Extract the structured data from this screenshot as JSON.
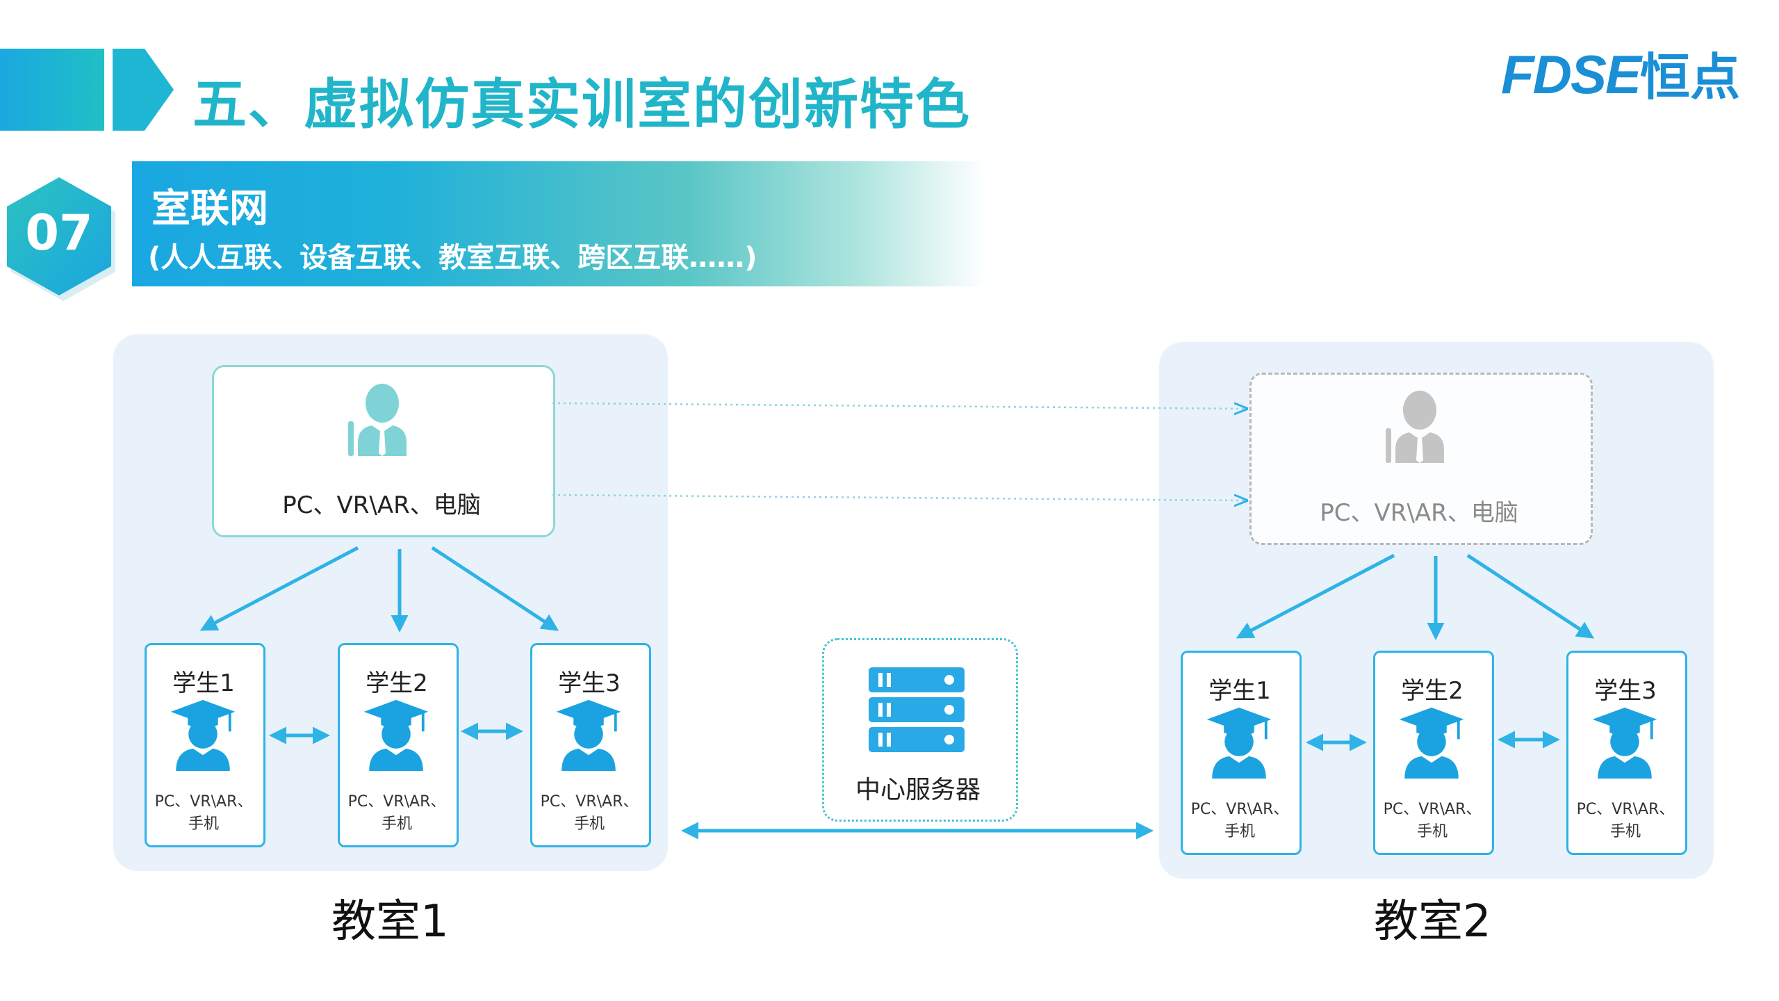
{
  "header": {
    "title": "五、虚拟仿真实训室的创新特色",
    "logo_text": "FDSE",
    "logo_cn": "恒点"
  },
  "section": {
    "number": "07",
    "title": "室联网",
    "subtitle": "(人人互联、设备互联、教室互联、跨区互联……)"
  },
  "classroom1": {
    "label": "教室1",
    "teacher_devices": "PC、VR\\AR、电脑",
    "students": [
      {
        "name": "学生1",
        "devices_line1": "PC、VR\\AR、",
        "devices_line2": "手机"
      },
      {
        "name": "学生2",
        "devices_line1": "PC、VR\\AR、",
        "devices_line2": "手机"
      },
      {
        "name": "学生3",
        "devices_line1": "PC、VR\\AR、",
        "devices_line2": "手机"
      }
    ]
  },
  "classroom2": {
    "label": "教室2",
    "teacher_devices": "PC、VR\\AR、电脑",
    "students": [
      {
        "name": "学生1",
        "devices_line1": "PC、VR\\AR、",
        "devices_line2": "手机"
      },
      {
        "name": "学生2",
        "devices_line1": "PC、VR\\AR、",
        "devices_line2": "手机"
      },
      {
        "name": "学生3",
        "devices_line1": "PC、VR\\AR、",
        "devices_line2": "手机"
      }
    ]
  },
  "server": {
    "label": "中心服务器"
  },
  "colors": {
    "title": "#20b5c9",
    "arrow": "#2fb3e6",
    "teacher_icon": "#7fd3d6",
    "student_icon": "#1aa3e0",
    "remote_icon": "#c4c4c4",
    "room_bg": "#e9f2fb"
  },
  "icons": [
    "teacher-icon",
    "student-icon",
    "server-icon",
    "hexagon-badge",
    "logo"
  ]
}
